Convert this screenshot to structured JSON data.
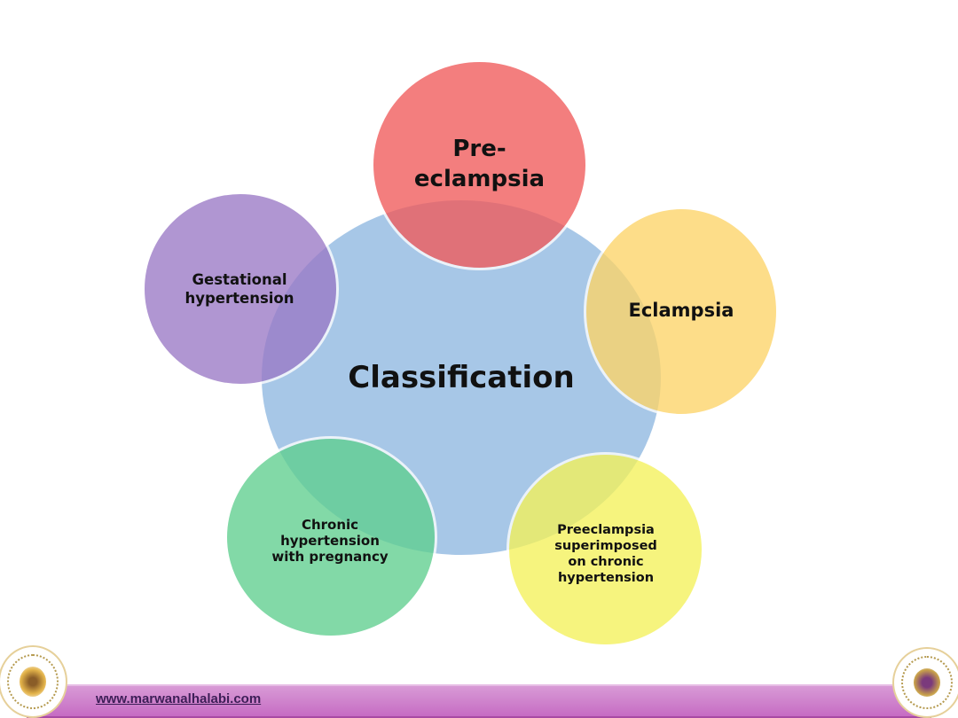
{
  "diagram": {
    "center": {
      "label": "Classification",
      "color": "#a7c7e7"
    },
    "nodes": [
      {
        "id": "pre",
        "label": "Pre-\neclampsia",
        "color": "#f05a5a"
      },
      {
        "id": "ecl",
        "label": "Eclampsia",
        "color": "#fdd468"
      },
      {
        "id": "sup",
        "label": "Preeclampsia\nsuperimposed\non chronic\nhypertension",
        "color": "#f4f25a"
      },
      {
        "id": "chr",
        "label": "Chronic\nhypertension\nwith pregnancy",
        "color": "#5fcf8f"
      },
      {
        "id": "gest",
        "label": "Gestational\nhypertension",
        "color": "#9a79c6"
      }
    ]
  },
  "footer": {
    "website": "www.marwanalhalabi.com",
    "bar_color": "#cc78c9"
  },
  "logos": {
    "left": "university-seal-icon",
    "right": "faculty-seal-icon"
  }
}
